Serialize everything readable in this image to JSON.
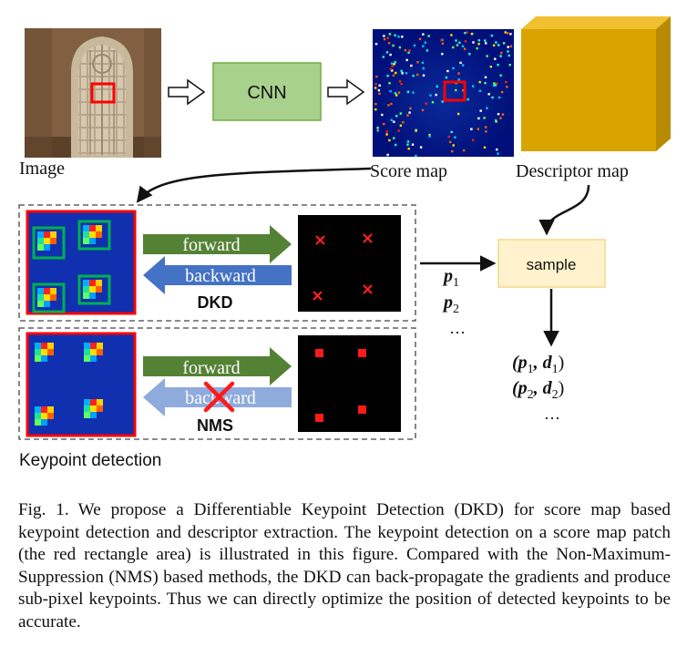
{
  "figure": {
    "labels": {
      "image": "Image",
      "cnn": "CNN",
      "score_map": "Score map",
      "descriptor_map": "Descriptor map",
      "sample": "sample",
      "keypoint_detection": "Keypoint detection"
    },
    "dkd_panel": {
      "forward": "forward",
      "backward": "backward",
      "name": "DKD"
    },
    "nms_panel": {
      "forward": "forward",
      "backward": "backward",
      "name": "NMS"
    },
    "points": {
      "p1": "p",
      "p1_sub": "1",
      "p2": "p",
      "p2_sub": "2",
      "ellipsis": "…"
    },
    "pairs": {
      "pair1": "(p",
      "pair1_sub1": "1",
      "pair1_mid": ", d",
      "pair1_sub2": "1",
      "pair1_end": ")",
      "pair2": "(p",
      "pair2_sub1": "2",
      "pair2_mid": ", d",
      "pair2_sub2": "2",
      "pair2_end": ")",
      "ellipsis": "…"
    },
    "colors": {
      "cnn_box": "#a9d18e",
      "descriptor_cube": "#d9a400",
      "sample_box": "#fff2cc",
      "forward_arrow": "#548235",
      "backward_arrow": "#4472c4",
      "backward_faded": "#8faadc",
      "highlight_red": "#ff0000",
      "keypoint_box_green": "#00b050"
    }
  },
  "caption": {
    "label": "Fig. 1.",
    "text": "We propose a Differentiable Keypoint Detection (DKD) for score map based keypoint detection and descriptor extraction. The keypoint detection on a score map patch (the red rectangle area) is illustrated in this figure. Compared with the Non-Maximum-Suppression (NMS) based methods, the DKD can back-propagate the gradients and produce sub-pixel keypoints. Thus we can directly optimize the position of detected keypoints to be accurate."
  }
}
